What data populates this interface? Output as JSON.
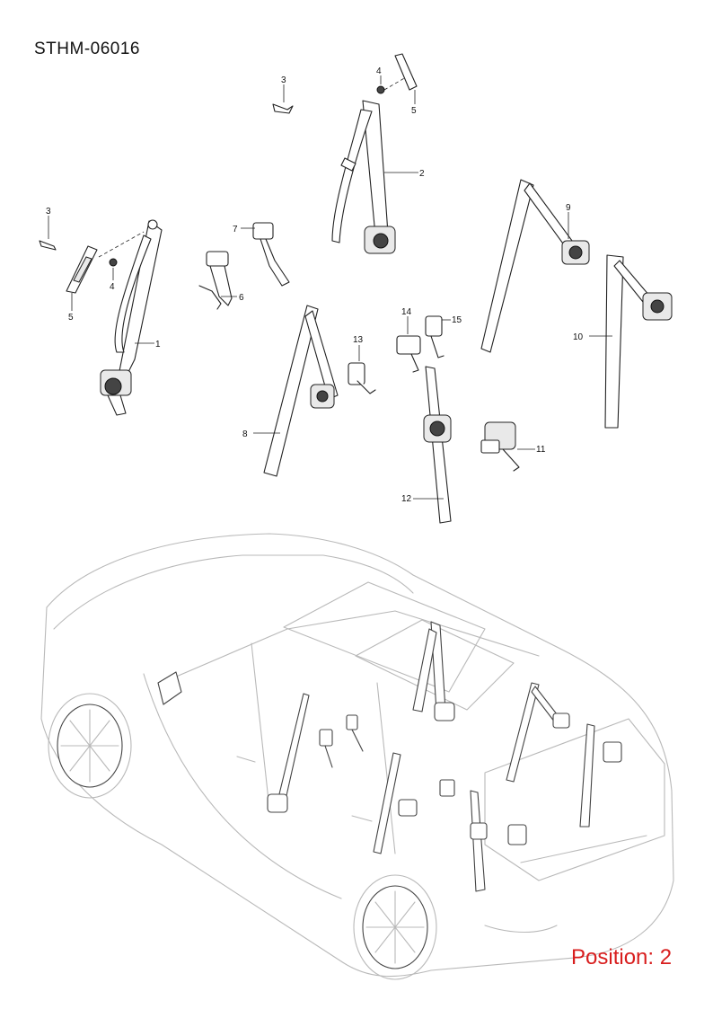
{
  "title": "STHM-06016",
  "position_label": "Position: 2",
  "callouts": {
    "c1": "1",
    "c2": "2",
    "c3a": "3",
    "c3b": "3",
    "c4a": "4",
    "c4b": "4",
    "c5a": "5",
    "c5b": "5",
    "c6": "6",
    "c7": "7",
    "c8": "8",
    "c9": "9",
    "c10": "10",
    "c11": "11",
    "c12": "12",
    "c13": "13",
    "c14": "14",
    "c15": "15"
  }
}
